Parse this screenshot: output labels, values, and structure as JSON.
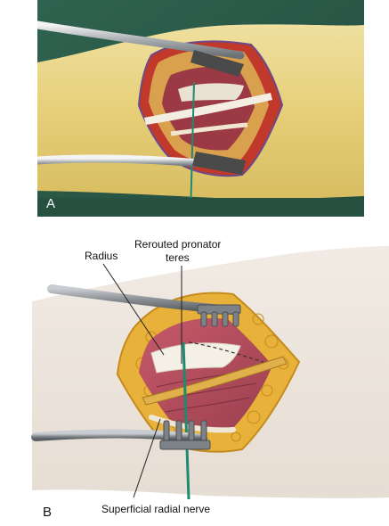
{
  "panels": {
    "a": {
      "letter": "A"
    },
    "b": {
      "letter": "B",
      "labels": {
        "radius": "Radius",
        "pronator_line1": "Rerouted pronator",
        "pronator_line2": "teres",
        "nerve": "Superficial radial nerve"
      }
    }
  },
  "colors": {
    "drape": "#2e5b4a",
    "skin_stained": "#e6d07a",
    "fat": "#e8b23a",
    "muscle": "#b5485a",
    "tendon": "#f2ece0",
    "retractor": "#8a8f94",
    "suture": "#1f8a72"
  }
}
